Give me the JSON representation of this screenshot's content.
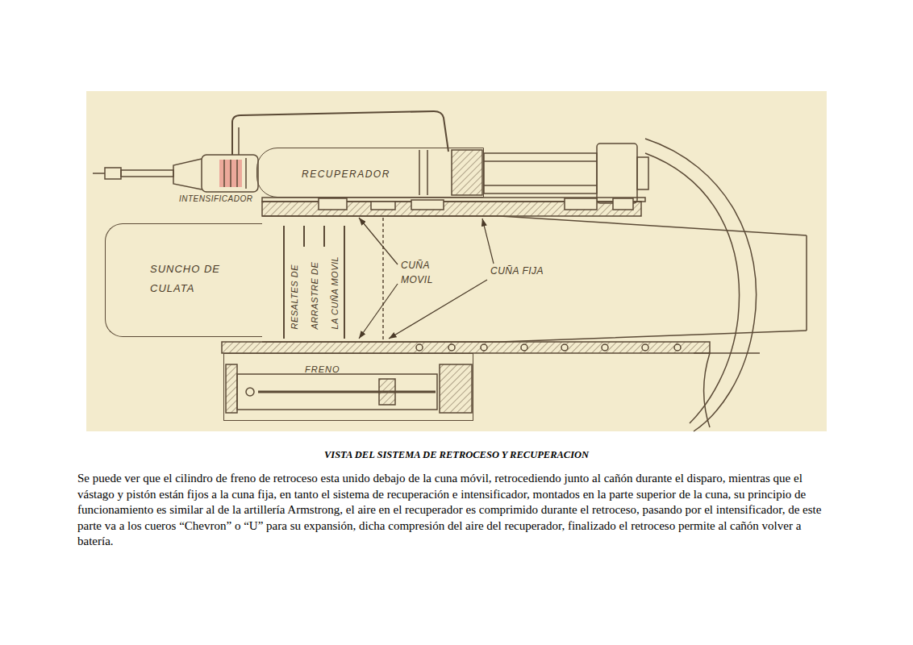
{
  "diagram": {
    "caption": "VISTA DEL SISTEMA DE RETROCESO Y RECUPERACION",
    "nodes": [
      {
        "text": [
          "RECUPERADOR"
        ]
      },
      {
        "text": [
          "SUNCHO DE CULATA"
        ]
      },
      {
        "text": [
          "FRENO"
        ]
      }
    ],
    "labels": [
      "INTENSIFICADOR",
      "RESALTES DE ARRASTRE DE LA CUÑA MOVIL",
      "CUÑA MOVIL",
      "CUÑA FIJA",
      "Se puede ver que el cilindro de freno de retroceso esta unido debajo de la cuna móvil, retrocediendo junto al cañón durante el disparo, mientras que el vástago y pistón están fijos a la cuna fija, en tanto el sistema de recuperación e intensificador, montados en la parte superior de la cuna, su principio de funcionamiento es similar al de la artillería Armstrong, el aire en el recuperador es comprimido durante el retroceso, pasando por el intensificador, de este parte va a los cueros “Chevron” o “U” para su expansión, dicha compresión del aire del recuperador, finalizado el retroceso permite al cañón volver a batería."
    ]
  }
}
